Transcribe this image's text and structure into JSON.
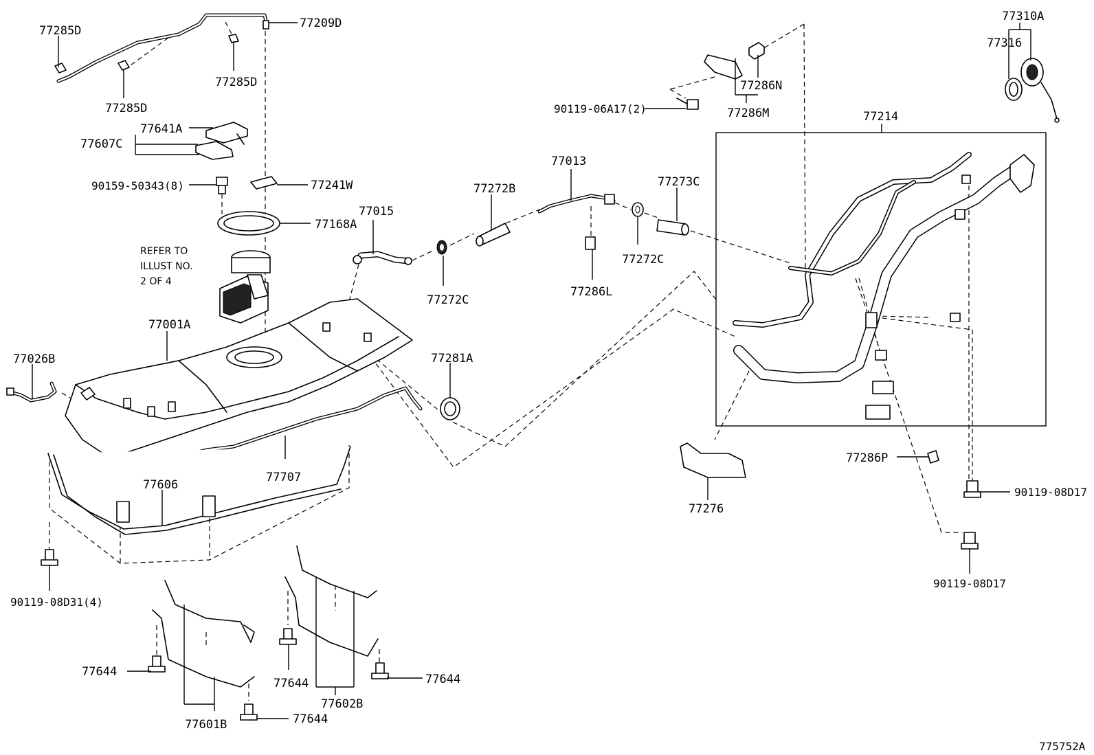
{
  "labels": {
    "l77285d_a": "77285D",
    "l77209d": "77209D",
    "l77285d_b": "77285D",
    "l77285d_c": "77285D",
    "l77641a": "77641A",
    "l77607c": "77607C",
    "l90159": "90159-50343(8)",
    "l77241w": "77241W",
    "l77168a": "77168A",
    "l77015": "77015",
    "l77272b": "77272B",
    "l77013": "77013",
    "l77273c": "77273C",
    "l77272c_a": "77272C",
    "l77272c_b": "77272C",
    "l77286l": "77286L",
    "l90119_06a17": "90119-06A17(2)",
    "l77286n": "77286N",
    "l77286m": "77286M",
    "l77310a": "77310A",
    "l77316": "77316",
    "l77214": "77214",
    "l77001a": "77001A",
    "l77026b": "77026B",
    "l77281a": "77281A",
    "l77707": "77707",
    "l77606": "77606",
    "l90119_08d31": "90119-08D31(4)",
    "l77276": "77276",
    "l77286p": "77286P",
    "l90119_08d17_a": "90119-08D17",
    "l90119_08d17_b": "90119-08D17",
    "l77644_a": "77644",
    "l77644_b": "77644",
    "l77644_c": "77644",
    "l77644_d": "77644",
    "l77602b": "77602B",
    "l77601b": "77601B",
    "ref_line1": "REFER TO",
    "ref_line2": "ILLUST NO.",
    "ref_line3": "2 OF 4",
    "diagram_code": "775752A"
  }
}
